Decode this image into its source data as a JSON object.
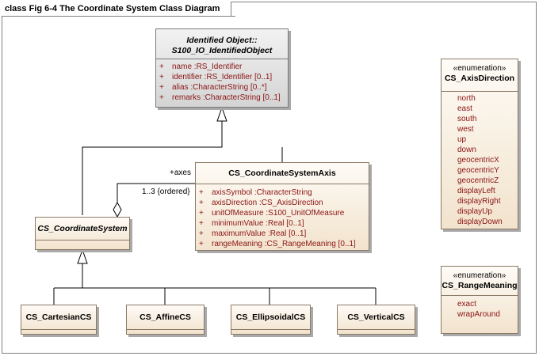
{
  "frame": {
    "title": "class Fig 6-4 The Coordinate System Class Diagram"
  },
  "classes": {
    "identified_object": {
      "name_line1": "Identified Object::",
      "name_line2": "S100_IO_IdentifiedObject",
      "attributes": [
        {
          "vis": "+",
          "text": "name  :RS_Identifier"
        },
        {
          "vis": "+",
          "text": "identifier  :RS_Identifier [0..1]"
        },
        {
          "vis": "+",
          "text": "alias  :CharacterString [0..*]"
        },
        {
          "vis": "+",
          "text": "remarks  :CharacterString [0..1]"
        }
      ]
    },
    "axis": {
      "name": "CS_CoordinateSystemAxis",
      "attributes": [
        {
          "vis": "+",
          "text": "axisSymbol  :CharacterString"
        },
        {
          "vis": "+",
          "text": "axisDirection  :CS_AxisDirection"
        },
        {
          "vis": "+",
          "text": "unitOfMeasure  :S100_UnitOfMeasure"
        },
        {
          "vis": "+",
          "text": "minimumValue  :Real [0..1]"
        },
        {
          "vis": "+",
          "text": "maximumValue  :Real [0..1]"
        },
        {
          "vis": "+",
          "text": "rangeMeaning  :CS_RangeMeaning [0..1]"
        }
      ]
    },
    "coordinate_system": {
      "name": "CS_CoordinateSystem"
    },
    "cartesian": {
      "name": "CS_CartesianCS"
    },
    "affine": {
      "name": "CS_AffineCS"
    },
    "ellipsoidal": {
      "name": "CS_EllipsoidalCS"
    },
    "vertical": {
      "name": "CS_VerticalCS"
    },
    "axis_direction": {
      "stereotype": "«enumeration»",
      "name": "CS_AxisDirection",
      "literals": [
        "north",
        "east",
        "south",
        "west",
        "up",
        "down",
        "geocentricX",
        "geocentricY",
        "geocentricZ",
        "displayLeft",
        "displayRight",
        "displayUp",
        "displayDown"
      ]
    },
    "range_meaning": {
      "stereotype": "«enumeration»",
      "name": "CS_RangeMeaning",
      "literals": [
        "exact",
        "wrapAround"
      ]
    }
  },
  "association": {
    "role": "+axes",
    "multiplicity": "1..3 {ordered}"
  }
}
